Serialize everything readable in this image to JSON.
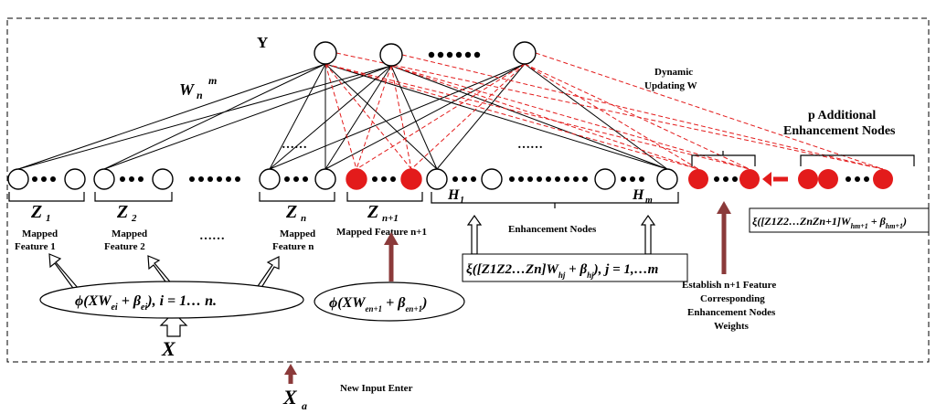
{
  "colors": {
    "accent_red": "#e31b1b",
    "dark_red_arrow": "#8b3a3a",
    "line_black": "#000000",
    "frame_border": "#000000"
  },
  "output": {
    "label": "Y"
  },
  "weights": {
    "symbol": "W",
    "subscript": "n",
    "superscript": "m"
  },
  "dynamic_label": {
    "line1": "Dynamic",
    "line2": "Updating W"
  },
  "additional_nodes": {
    "line1": "p Additional",
    "line2": "Enhancement Nodes"
  },
  "mapped_groups": [
    {
      "symbol": "Z",
      "sub": "1",
      "caption_line1": "Mapped",
      "caption_line2": "Feature 1"
    },
    {
      "symbol": "Z",
      "sub": "2",
      "caption_line1": "Mapped",
      "caption_line2": "Feature 2"
    },
    {
      "symbol": "Z",
      "sub": "n",
      "caption_line1": "Mapped",
      "caption_line2": "Feature n"
    },
    {
      "symbol": "Z",
      "sub": "n+1",
      "caption_line1": "Mapped Feature n+1",
      "caption_line2": ""
    }
  ],
  "enhancement": {
    "caption": "Enhancement Nodes",
    "first_symbol": "H",
    "first_sub": "1",
    "last_symbol": "H",
    "last_sub": "m",
    "formula_main": "ξ([Z1Z2…Zn]W",
    "formula_sub": "hj",
    "formula_plus": " + β",
    "formula_sub2": "hj",
    "formula_tail": "), j = 1,…m"
  },
  "mapping_formula": {
    "main": "ϕ(XW",
    "sub": "ei",
    "plus": " + β",
    "sub2": "ei",
    "tail": "), i = 1… n."
  },
  "new_mapping_formula": {
    "main": "ϕ(XW",
    "sub": "en+1",
    "plus": " + β",
    "sub2": "en+1",
    "tail": ")"
  },
  "new_enh_formula": {
    "main": "ξ([Z1Z2…ZnZn+1]W",
    "sub": "hm+1",
    "plus": " + β",
    "sub2": "hm+1",
    "tail": ")"
  },
  "input": {
    "label": "X"
  },
  "new_input": {
    "symbol": "X",
    "sub": "a",
    "caption": "New Input Enter"
  },
  "establish_label": {
    "line1": "Establish n+1 Feature",
    "line2": "Corresponding",
    "line3": "Enhancement Nodes",
    "line4": "Weights"
  },
  "ellipsis": "……"
}
